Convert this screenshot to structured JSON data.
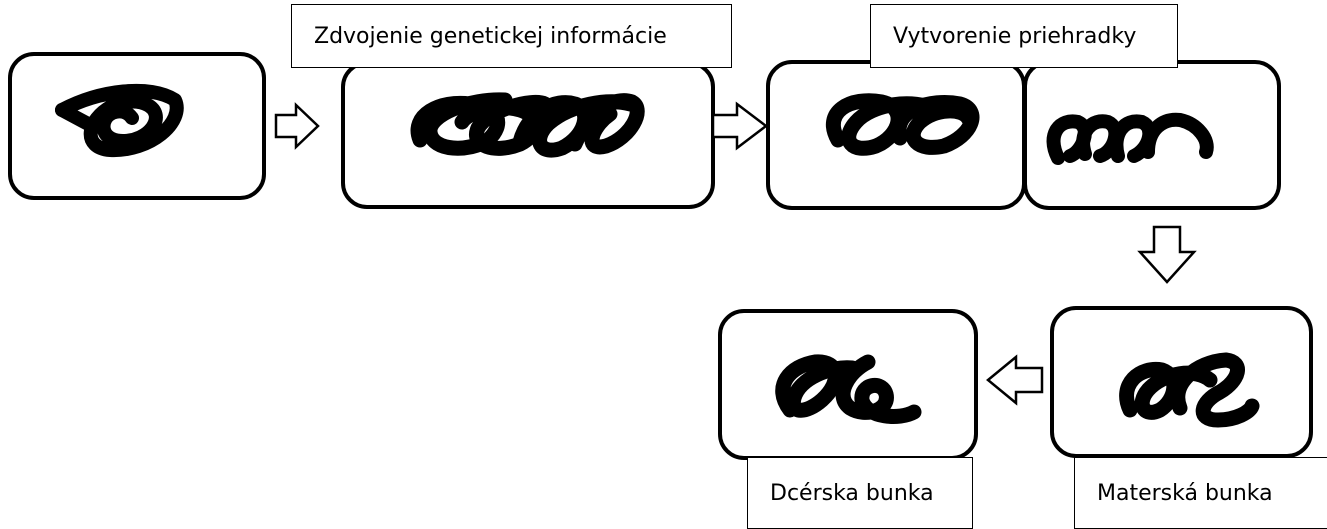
{
  "labels": {
    "duplication": "Zdvojenie genetickej informácie",
    "partition": "Vytvorenie priehradky",
    "daughter": "Dcérska bunka",
    "mother": "Materská bunka"
  },
  "colors": {
    "stroke": "#000000",
    "background": "#ffffff"
  },
  "icons": [
    "arrow-right-icon",
    "arrow-down-icon",
    "arrow-left-icon"
  ]
}
